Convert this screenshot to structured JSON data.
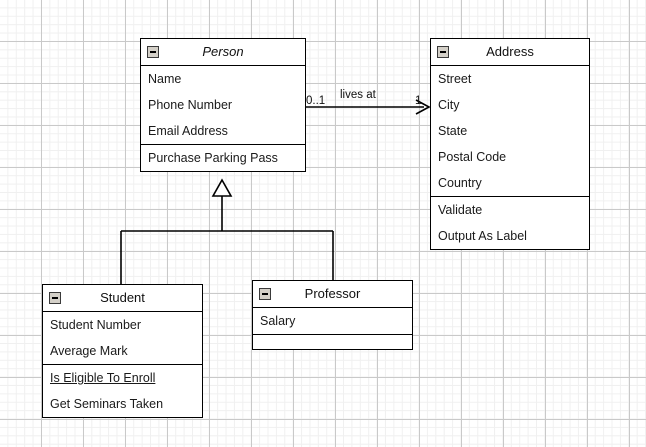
{
  "diagram": {
    "type": "uml-class-diagram",
    "background": "#ffffff",
    "grid_major_color": "#c9c9c9",
    "grid_minor_color": "#f0f0f0",
    "line_color": "#000000"
  },
  "classes": {
    "person": {
      "name": "Person",
      "abstract": true,
      "collapse_icon": "minus-box-icon",
      "attributes": [
        "Name",
        "Phone Number",
        "Email Address"
      ],
      "operations": [
        "Purchase Parking Pass"
      ]
    },
    "address": {
      "name": "Address",
      "abstract": false,
      "collapse_icon": "minus-box-icon",
      "attributes": [
        "Street",
        "City",
        "State",
        "Postal Code",
        "Country"
      ],
      "operations": [
        "Validate",
        "Output As Label"
      ]
    },
    "student": {
      "name": "Student",
      "abstract": false,
      "collapse_icon": "minus-box-icon",
      "attributes": [
        "Student Number",
        "Average Mark"
      ],
      "operations": [
        "Is Eligible To Enroll",
        "Get Seminars Taken"
      ],
      "static_operations": [
        "Is Eligible To Enroll"
      ]
    },
    "professor": {
      "name": "Professor",
      "abstract": false,
      "collapse_icon": "minus-box-icon",
      "attributes": [
        "Salary"
      ],
      "operations": []
    }
  },
  "relationships": {
    "association": {
      "label": "lives at",
      "source": "Person",
      "target": "Address",
      "source_multiplicity": "0..1",
      "target_multiplicity": "1",
      "arrow": "open-arrow-icon"
    },
    "generalization": {
      "parent": "Person",
      "children": [
        "Student",
        "Professor"
      ],
      "arrow": "hollow-triangle-icon"
    }
  }
}
